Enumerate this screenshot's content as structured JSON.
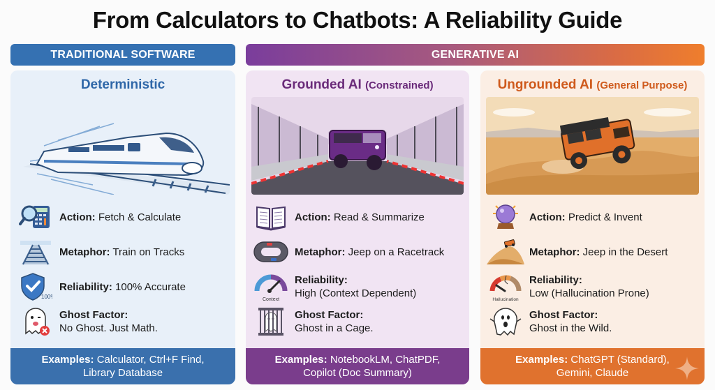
{
  "title": "From Calculators to Chatbots: A Reliability Guide",
  "bands": {
    "traditional": "TRADITIONAL SOFTWARE",
    "generative": "GENERATIVE AI"
  },
  "colors": {
    "traditional_blue": "#3571b2",
    "grounded_purple": "#7a3d8c",
    "ungrounded_orange": "#e0722e"
  },
  "panels": [
    {
      "id": "traditional",
      "title": "Deterministic",
      "subtitle": "",
      "hero": "high-speed-train-on-tracks",
      "rows": [
        {
          "icon": "magnifier-calculator-icon",
          "label": "Action:",
          "value": "Fetch & Calculate"
        },
        {
          "icon": "railway-tracks-icon",
          "label": "Metaphor:",
          "value": "Train on Tracks"
        },
        {
          "icon": "shield-check-icon",
          "icon_text": "100%",
          "label": "Reliability:",
          "value": "100% Accurate"
        },
        {
          "icon": "ghost-crossed-icon",
          "label": "Ghost Factor:",
          "value": "No Ghost. Just Math."
        }
      ],
      "examples_label": "Examples:",
      "examples_line1": "Calculator, Ctrl+F Find,",
      "examples_line2": "Library Database"
    },
    {
      "id": "grounded",
      "title": "Grounded AI",
      "subtitle": "(Constrained)",
      "hero": "purple-jeep-on-racetrack",
      "rows": [
        {
          "icon": "open-book-icon",
          "label": "Action:",
          "value": "Read & Summarize"
        },
        {
          "icon": "racetrack-icon",
          "label": "Metaphor:",
          "value": "Jeep on a Racetrack"
        },
        {
          "icon": "gauge-context-icon",
          "icon_text": "Context",
          "label": "Reliability:",
          "value": "High (Context Dependent)"
        },
        {
          "icon": "caged-ghost-icon",
          "label": "Ghost Factor:",
          "value": "Ghost in a Cage."
        }
      ],
      "examples_label": "Examples:",
      "examples_line1": "NotebookLM, ChatPDF,",
      "examples_line2": "Copilot (Doc Summary)"
    },
    {
      "id": "ungrounded",
      "title": "Ungrounded AI",
      "subtitle": "(General Purpose)",
      "hero": "orange-jeep-jumping-desert-dunes",
      "rows": [
        {
          "icon": "crystal-ball-icon",
          "label": "Action:",
          "value": "Predict & Invent"
        },
        {
          "icon": "desert-jeep-icon",
          "label": "Metaphor:",
          "value": "Jeep in the Desert"
        },
        {
          "icon": "broken-gauge-icon",
          "icon_text": "Hallucination",
          "label": "Reliability:",
          "value": "Low (Hallucination Prone)"
        },
        {
          "icon": "scared-ghost-icon",
          "label": "Ghost Factor:",
          "value": "Ghost in the Wild."
        }
      ],
      "examples_label": "Examples:",
      "examples_line1": "ChatGPT (Standard),",
      "examples_line2": "Gemini, Claude"
    }
  ]
}
